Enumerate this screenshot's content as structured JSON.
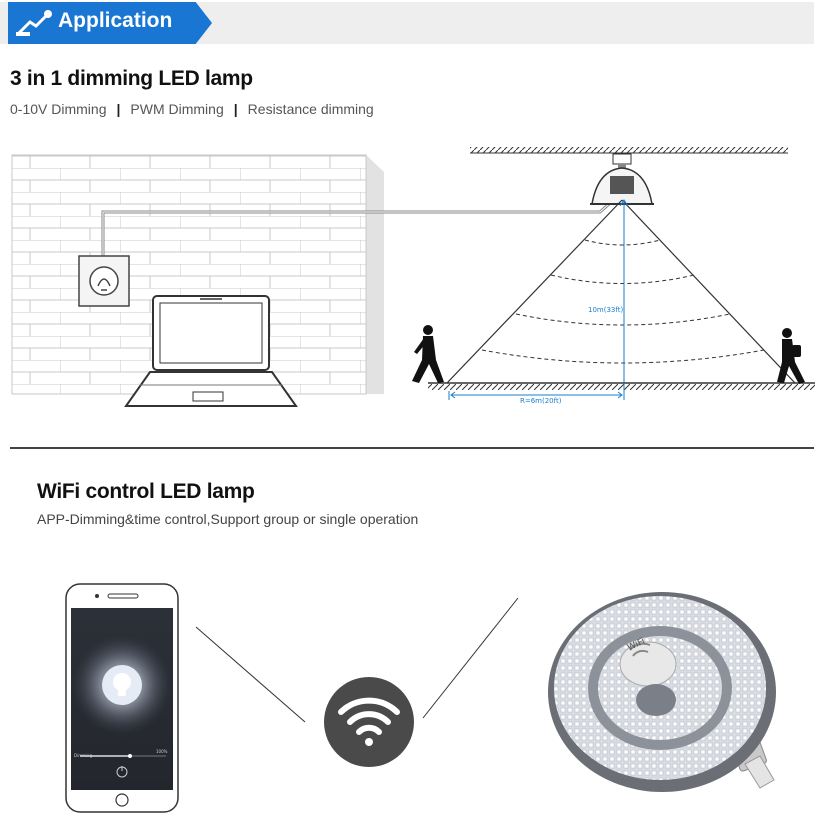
{
  "header": {
    "title": "Application"
  },
  "section_dimming": {
    "title": "3 in 1 dimming LED lamp",
    "modes": [
      "0-10V Dimming",
      "PWM Dimming",
      "Resistance dimming"
    ],
    "height_label": "10m(33ft)",
    "radius_label": "R=6m(20ft)"
  },
  "section_wifi": {
    "title": "WiFi control  LED lamp",
    "subtitle": "APP-Dimming&time control,Support group or single operation",
    "phone_left_label": "Dimming",
    "phone_right_label": "100%",
    "lamp_badge": "WiFi"
  }
}
